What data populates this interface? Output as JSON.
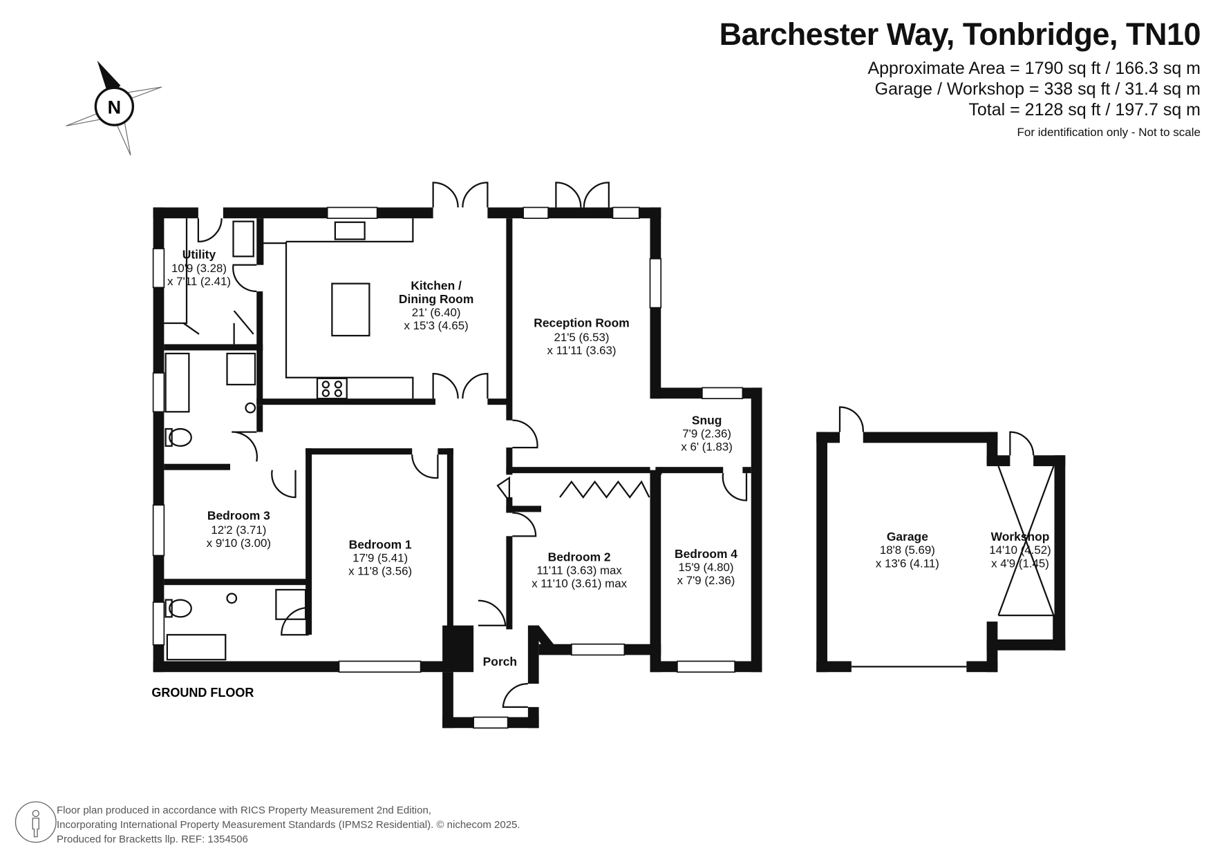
{
  "header": {
    "title": "Barchester Way, Tonbridge, TN10",
    "areas": [
      "Approximate Area = 1790 sq ft / 166.3 sq m",
      "Garage / Workshop = 338 sq ft / 31.4 sq m",
      "Total = 2128 sq ft / 197.7 sq m"
    ],
    "note": "For identification only - Not to scale"
  },
  "compass": {
    "label": "N",
    "icon": "compass-north-icon"
  },
  "floor_label": "GROUND FLOOR",
  "rooms": {
    "utility": {
      "name": "Utility",
      "d1": "10'9 (3.28)",
      "d2": "x 7'11 (2.41)"
    },
    "kitchen": {
      "name1": "Kitchen /",
      "name2": "Dining Room",
      "d1": "21' (6.40)",
      "d2": "x 15'3 (4.65)"
    },
    "reception": {
      "name": "Reception Room",
      "d1": "21'5 (6.53)",
      "d2": "x 11'11 (3.63)"
    },
    "snug": {
      "name": "Snug",
      "d1": "7'9 (2.36)",
      "d2": "x 6' (1.83)"
    },
    "bedroom3": {
      "name": "Bedroom 3",
      "d1": "12'2 (3.71)",
      "d2": "x 9'10 (3.00)"
    },
    "bedroom1": {
      "name": "Bedroom 1",
      "d1": "17'9 (5.41)",
      "d2": "x 11'8 (3.56)"
    },
    "bedroom2": {
      "name": "Bedroom 2",
      "d1": "11'11 (3.63) max",
      "d2": "x 11'10 (3.61) max"
    },
    "bedroom4": {
      "name": "Bedroom 4",
      "d1": "15'9 (4.80)",
      "d2": "x 7'9 (2.36)"
    },
    "porch": {
      "name": "Porch"
    },
    "garage": {
      "name": "Garage",
      "d1": "18'8 (5.69)",
      "d2": "x 13'6 (4.11)"
    },
    "workshop": {
      "name": "Workshop",
      "d1": "14'10 (4.52)",
      "d2": "x 4'9 (1.45)"
    }
  },
  "footer": {
    "lines": [
      "Floor plan produced in accordance with RICS Property Measurement 2nd Edition,",
      "Incorporating International Property Measurement Standards (IPMS2 Residential).   © nichecom 2025.",
      "Produced for Bracketts llp.   REF:  1354506"
    ],
    "icon": "person-icon"
  }
}
